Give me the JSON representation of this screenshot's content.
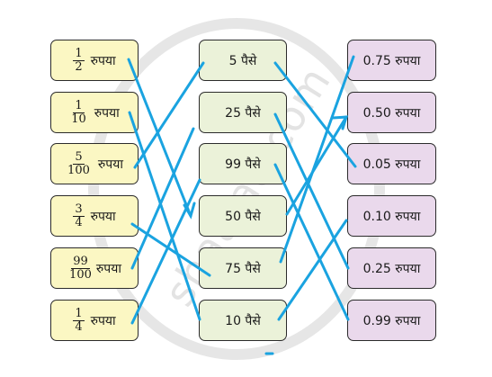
{
  "left_column": [
    {
      "numerator": "1",
      "denominator": "2",
      "unit": "रुपया"
    },
    {
      "numerator": "1",
      "denominator": "10",
      "unit": "रुपया"
    },
    {
      "numerator": "5",
      "denominator": "100",
      "unit": "रुपया"
    },
    {
      "numerator": "3",
      "denominator": "4",
      "unit": "रुपया"
    },
    {
      "numerator": "99",
      "denominator": "100",
      "unit": "रुपया"
    },
    {
      "numerator": "1",
      "denominator": "4",
      "unit": "रुपया"
    }
  ],
  "middle_column": [
    {
      "label": "5 पैसे"
    },
    {
      "label": "25 पैसे"
    },
    {
      "label": "99 पैसे"
    },
    {
      "label": "50 पैसे"
    },
    {
      "label": "75 पैसे"
    },
    {
      "label": "10 पैसे"
    }
  ],
  "right_column": [
    {
      "label": "0.75 रुपया"
    },
    {
      "label": "0.50 रुपया"
    },
    {
      "label": "0.05 रुपया"
    },
    {
      "label": "0.10 रुपया"
    },
    {
      "label": "0.25 रुपया"
    },
    {
      "label": "0.99 रुपया"
    }
  ],
  "connection_color": "#1aa3e0",
  "watermark": "shaalaa.com"
}
